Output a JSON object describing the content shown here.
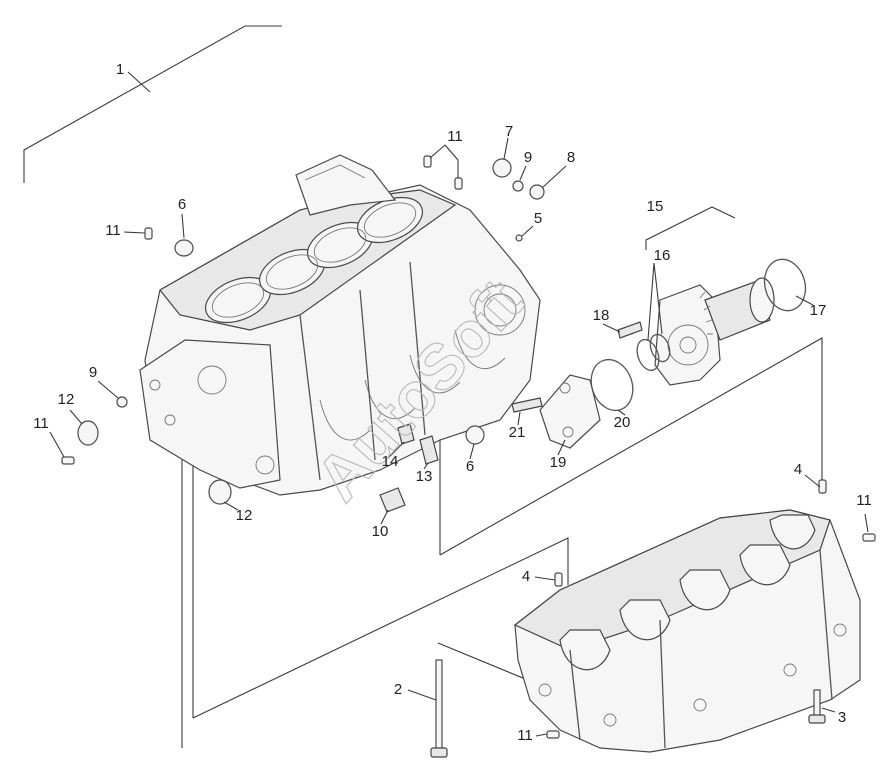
{
  "watermark": "AutoSoft",
  "callouts": [
    {
      "id": "c1",
      "text": "1"
    },
    {
      "id": "c2",
      "text": "2"
    },
    {
      "id": "c3",
      "text": "3"
    },
    {
      "id": "c4a",
      "text": "4"
    },
    {
      "id": "c4b",
      "text": "4"
    },
    {
      "id": "c5",
      "text": "5"
    },
    {
      "id": "c6a",
      "text": "6"
    },
    {
      "id": "c6b",
      "text": "6"
    },
    {
      "id": "c7",
      "text": "7"
    },
    {
      "id": "c8",
      "text": "8"
    },
    {
      "id": "c9a",
      "text": "9"
    },
    {
      "id": "c9b",
      "text": "9"
    },
    {
      "id": "c10",
      "text": "10"
    },
    {
      "id": "c11a",
      "text": "11"
    },
    {
      "id": "c11b",
      "text": "11"
    },
    {
      "id": "c11c",
      "text": "11"
    },
    {
      "id": "c11d",
      "text": "11"
    },
    {
      "id": "c11e",
      "text": "11"
    },
    {
      "id": "c12a",
      "text": "12"
    },
    {
      "id": "c12b",
      "text": "12"
    },
    {
      "id": "c13",
      "text": "13"
    },
    {
      "id": "c14",
      "text": "14"
    },
    {
      "id": "c15",
      "text": "15"
    },
    {
      "id": "c16",
      "text": "16"
    },
    {
      "id": "c17",
      "text": "17"
    },
    {
      "id": "c18",
      "text": "18"
    },
    {
      "id": "c19",
      "text": "19"
    },
    {
      "id": "c20",
      "text": "20"
    },
    {
      "id": "c21",
      "text": "21"
    }
  ]
}
